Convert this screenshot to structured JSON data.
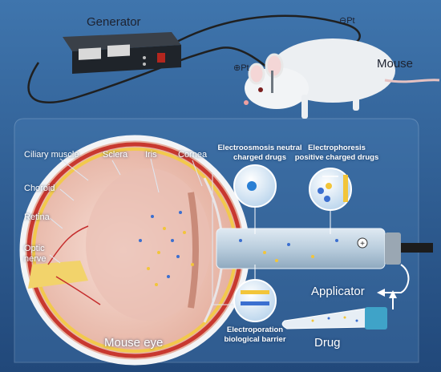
{
  "title": "",
  "labels": {
    "generator": "Generator",
    "mouse": "Mouse",
    "neg_electrode": "⊖Pt",
    "pos_electrode": "⊕Pt",
    "ciliary_muscle": "Ciliary muscle",
    "sclera": "Sclera",
    "iris": "Iris",
    "cornea": "Cornea",
    "choroid": "Choroid",
    "retina": "Retina",
    "optic_nerve_1": "Optic",
    "optic_nerve_2": "nerve",
    "electroosmosis_1": "Electroosmosis neutral",
    "electroosmosis_2": "charged drugs",
    "electrophoresis_1": "Electrophoresis",
    "electrophoresis_2": "positive charged drugs",
    "electroporation_1": "Electroporation",
    "electroporation_2": "biological barrier",
    "applicator": "Applicator",
    "drug": "Drug",
    "mouse_eye": "Mouse eye"
  },
  "colors": {
    "background": "#2f5f93",
    "panel": "#3a6ea5",
    "generator_body": "#2a2f36",
    "eye_tissue": "#f2cfc4",
    "drug_yellow": "#f2c53a",
    "drug_blue": "#3b6fd0"
  },
  "icons": [
    "generator-device",
    "mouse-illustration",
    "eye-cross-section",
    "applicator-syringe",
    "drug-tube",
    "arrow-icon"
  ]
}
